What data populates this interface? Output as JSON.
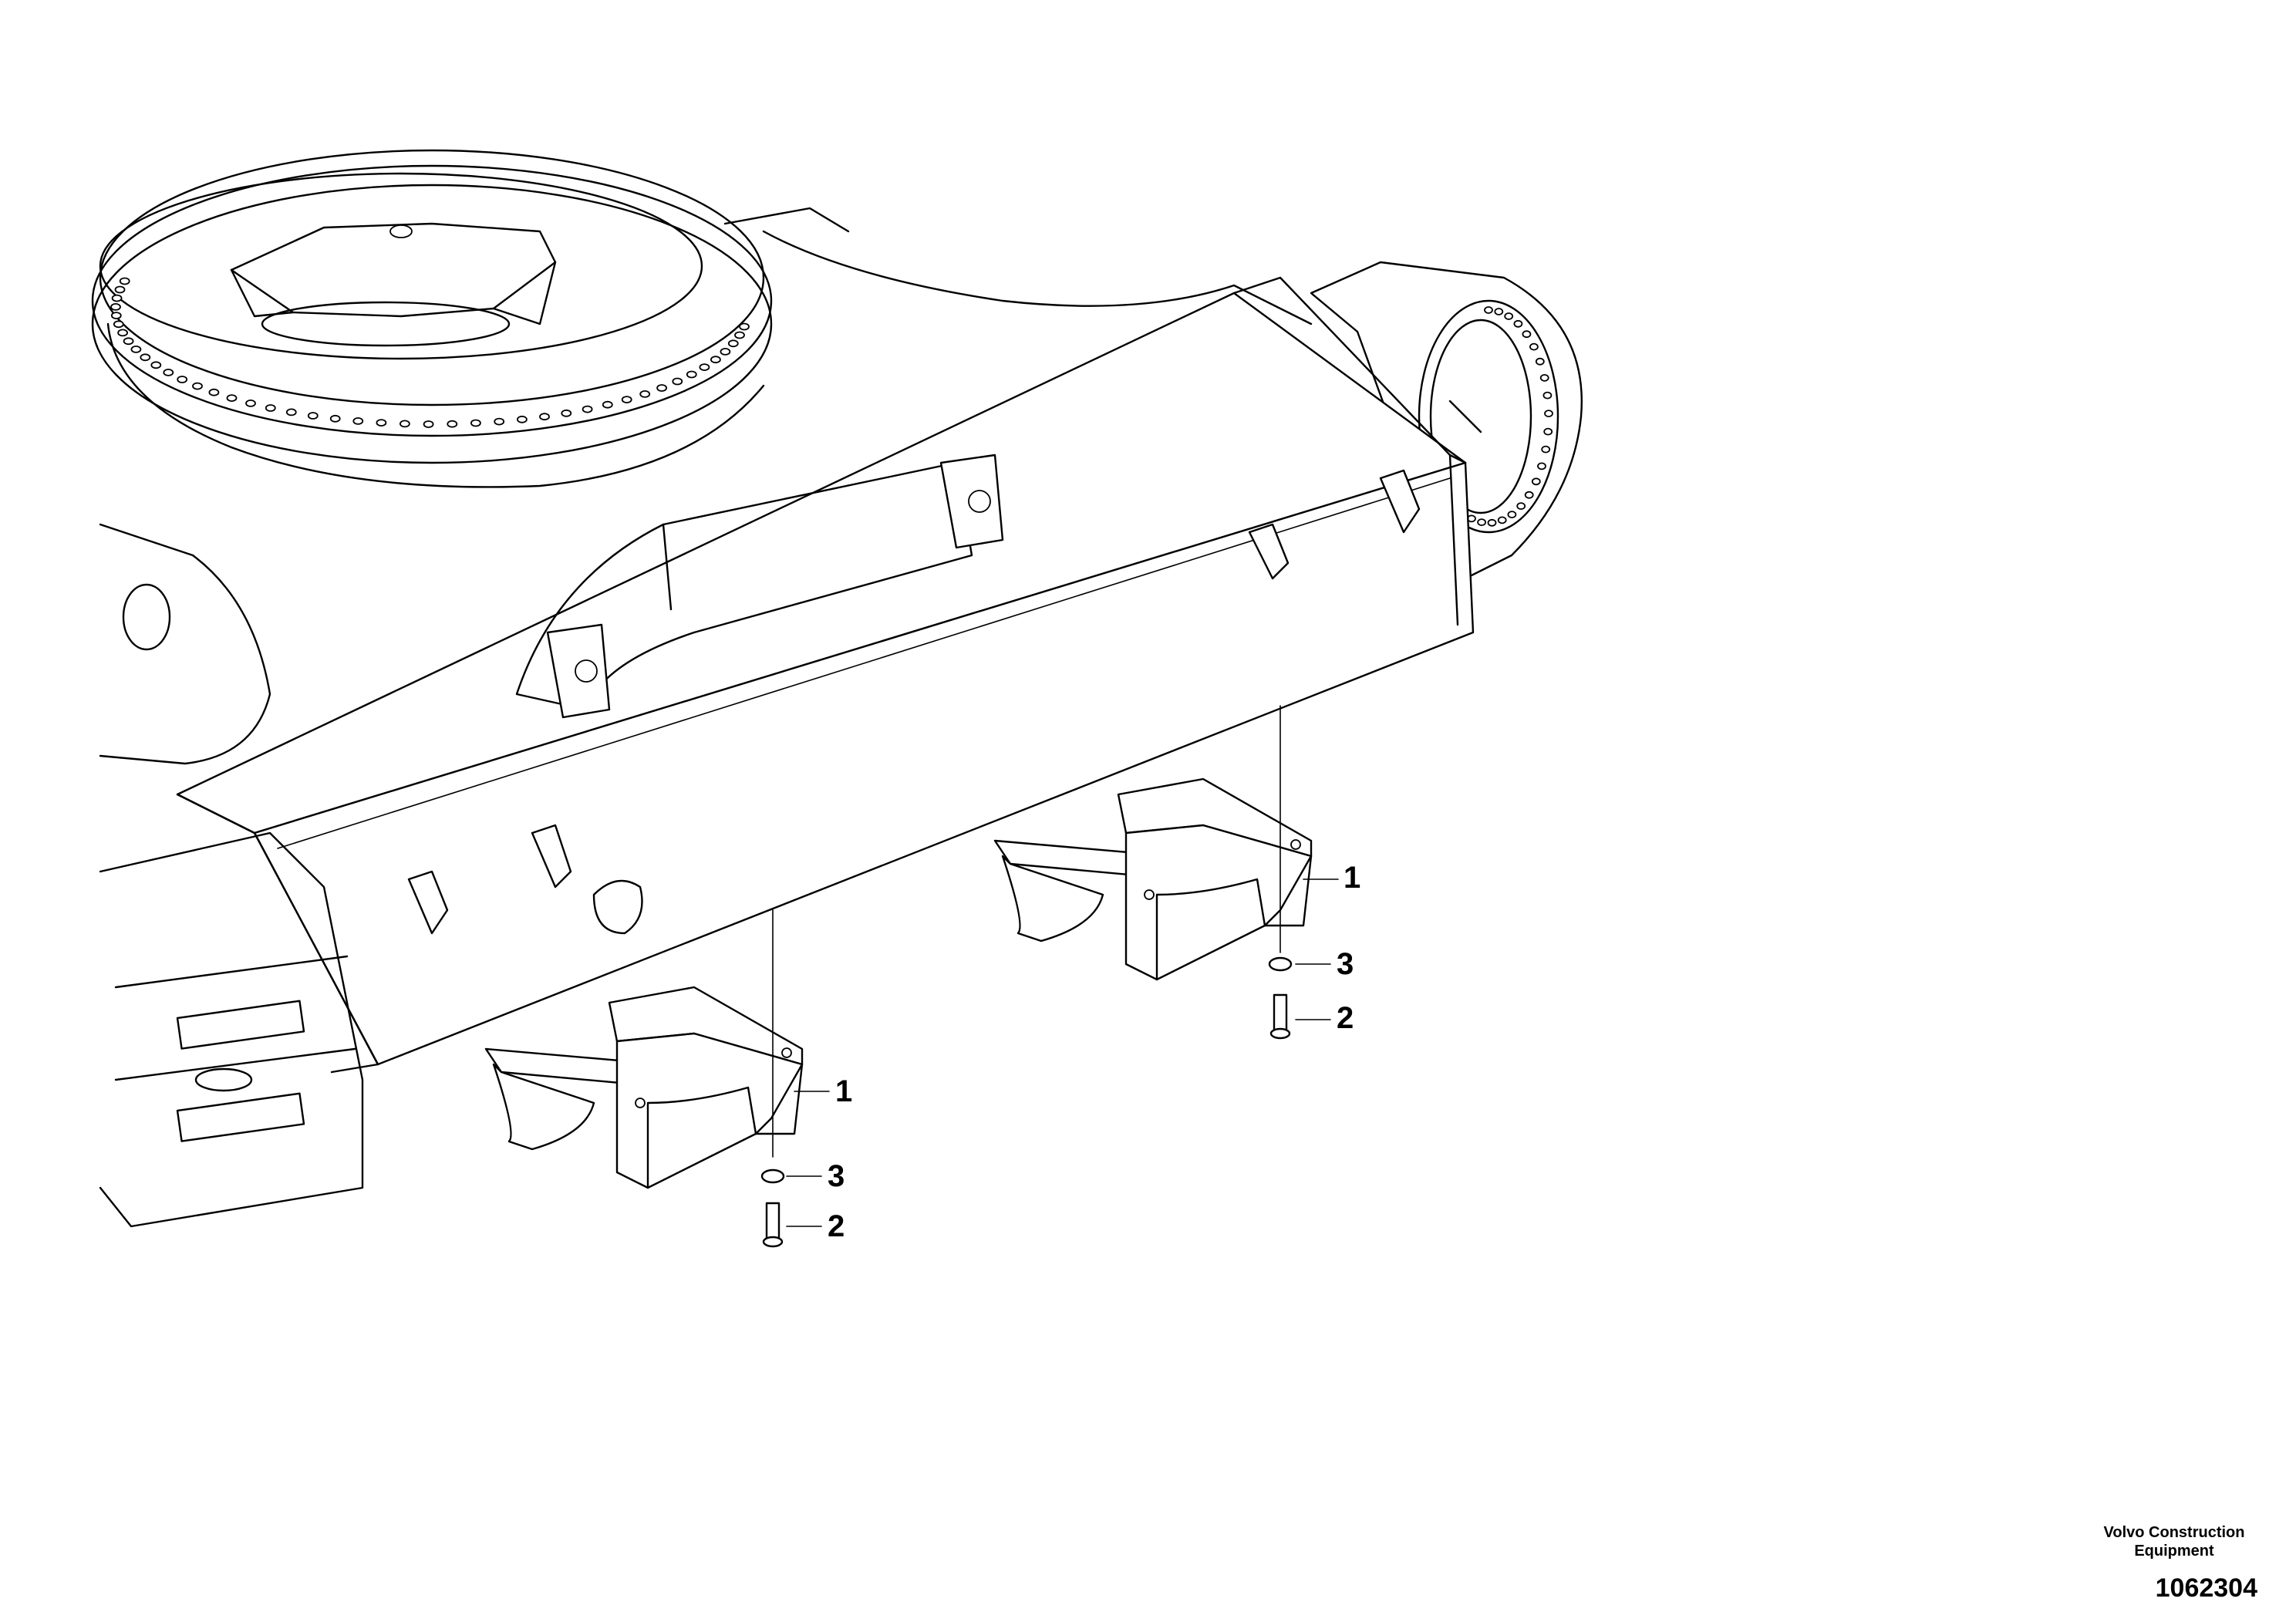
{
  "callouts": {
    "bracket_right_num": "1",
    "washer_right_num": "3",
    "bolt_right_num": "2",
    "bracket_left_num": "1",
    "washer_left_num": "3",
    "bolt_left_num": "2"
  },
  "footer": {
    "manufacturer_line1": "Volvo Construction",
    "manufacturer_line2": "Equipment",
    "drawing_number": "1062304"
  }
}
